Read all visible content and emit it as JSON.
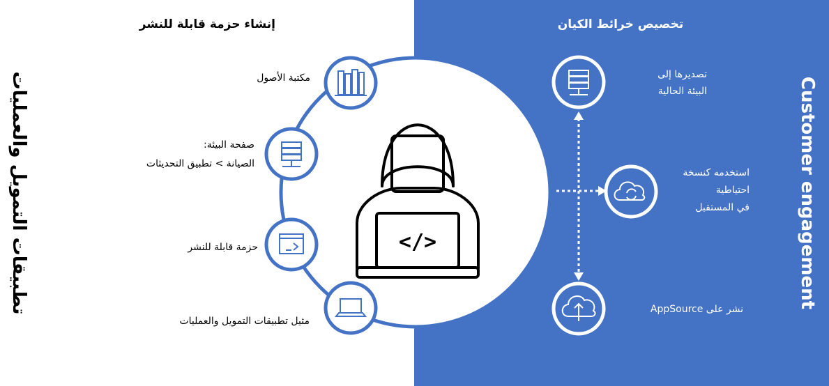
{
  "left": {
    "heading": "إنشاء حزمة قابلة للنشر",
    "side_title": "تطبيقات التمويل والعمليات",
    "items": [
      {
        "icon": "books-icon",
        "lines": [
          "مكتبة الأصول"
        ]
      },
      {
        "icon": "server-icon",
        "lines": [
          "صفحة البيئة:",
          "الصيانة > تطبيق التحديثات"
        ]
      },
      {
        "icon": "terminal-window-icon",
        "lines": [
          "حزمة قابلة للنشر"
        ]
      },
      {
        "icon": "laptop-icon",
        "lines": [
          "مثيل تطبيقات التمويل والعمليات"
        ]
      }
    ]
  },
  "right": {
    "heading": "تخصيص خرائط الكيان",
    "side_title": "Customer engagement",
    "items": [
      {
        "icon": "server-icon",
        "lines": [
          "تصديرها إلى",
          "البيئة الحالية"
        ]
      },
      {
        "icon": "cloud-sync-icon",
        "lines": [
          "استخدمه كنسخة",
          "احتياطية",
          "في المستقبل"
        ]
      },
      {
        "icon": "cloud-upload-icon",
        "lines": [
          "نشر على AppSource"
        ]
      }
    ]
  },
  "center": {
    "icon": "developer-icon",
    "code_symbol": "</>"
  },
  "colors": {
    "panel": "#4472c4",
    "ring": "#4472c4",
    "text": "#000000",
    "white": "#ffffff"
  }
}
